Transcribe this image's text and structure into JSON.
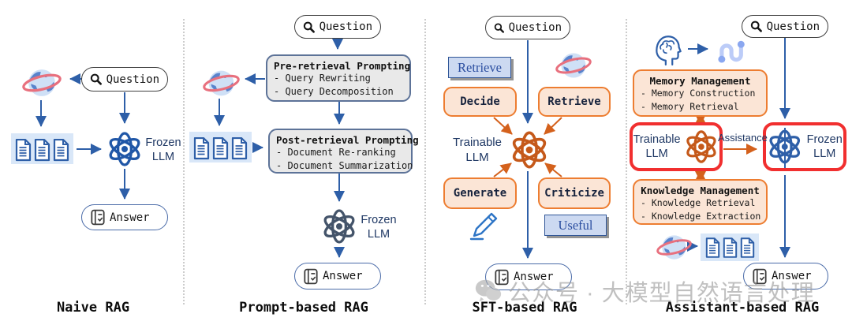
{
  "colors": {
    "blue_arrow": "#2e5fa8",
    "orange_border": "#ed7d31",
    "orange_fill": "#fbe5d6",
    "orange_atom": "#c5591a",
    "navy_text": "#1f3864",
    "gray_box_fill": "#e9e9e9",
    "red_frame": "#f12f2f",
    "tag_fill": "#ccd9f1",
    "docs_fill": "#d9e7f8"
  },
  "panel1": {
    "title": "Naive RAG",
    "question": "Question",
    "frozen_llm": "Frozen LLM",
    "answer": "Answer"
  },
  "panel2": {
    "title": "Prompt-based RAG",
    "question": "Question",
    "pre_box": {
      "title": "Pre-retrieval Prompting",
      "items": [
        "- Query Rewriting",
        "- Query Decomposition"
      ]
    },
    "post_box": {
      "title": "Post-retrieval Prompting",
      "items": [
        "- Document Re-ranking",
        "- Document Summarization"
      ]
    },
    "frozen_llm": "Frozen LLM",
    "answer": "Answer"
  },
  "panel3": {
    "title": "SFT-based RAG",
    "question": "Question",
    "retrieve_tag": "Retrieve",
    "useful_tag": "Useful",
    "boxes": {
      "decide": "Decide",
      "retrieve": "Retrieve",
      "generate": "Generate",
      "criticize": "Criticize"
    },
    "trainable_llm": "Trainable LLM",
    "answer": "Answer"
  },
  "panel4": {
    "title": "Assistant-based RAG",
    "question": "Question",
    "memory_box": {
      "title": "Memory Management",
      "items": [
        "- Memory Construction",
        "- Memory Retrieval"
      ]
    },
    "knowledge_box": {
      "title": "Knowledge Management",
      "items": [
        "- Knowledge Retrieval",
        "- Knowledge Extraction"
      ]
    },
    "trainable_llm": "Trainable LLM",
    "frozen_llm": "Frozen LLM",
    "assistance_label": "Assistance",
    "answer": "Answer"
  },
  "watermark": {
    "text": "公众号 · 大模型自然语言处理"
  }
}
